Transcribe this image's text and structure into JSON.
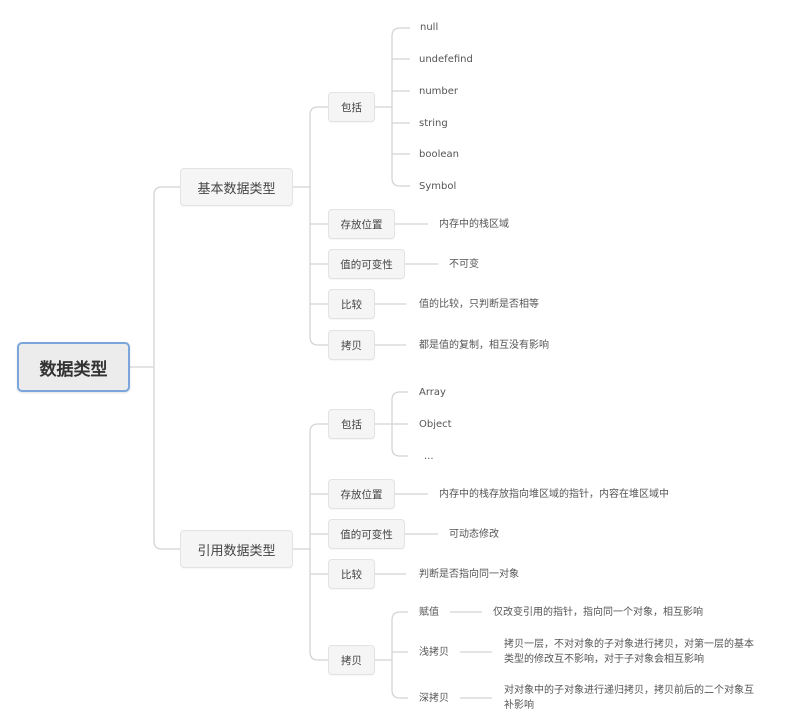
{
  "root": {
    "label": "数据类型"
  },
  "basic": {
    "label": "基本数据类型",
    "include": {
      "label": "包括",
      "items": [
        "null",
        "undefefind",
        "number",
        "string",
        "boolean",
        "Symbol"
      ]
    },
    "storage": {
      "label": "存放位置",
      "value": "内存中的栈区域"
    },
    "mutability": {
      "label": "值的可变性",
      "value": "不可变"
    },
    "compare": {
      "label": "比较",
      "value": "值的比较，只判断是否相等"
    },
    "copy": {
      "label": "拷贝",
      "value": "都是值的复制，相互没有影响"
    }
  },
  "reference": {
    "label": "引用数据类型",
    "include": {
      "label": "包括",
      "items": [
        "Array",
        "Object",
        "..."
      ]
    },
    "storage": {
      "label": "存放位置",
      "value": "内存中的栈存放指向堆区域的指针，内容在堆区域中"
    },
    "mutability": {
      "label": "值的可变性",
      "value": "可动态修改"
    },
    "compare": {
      "label": "比较",
      "value": "判断是否指向同一对象"
    },
    "copy": {
      "label": "拷贝",
      "items": [
        {
          "label": "赋值",
          "value": "仅改变引用的指针，指向同一个对象，相互影响"
        },
        {
          "label": "浅拷贝",
          "value": "拷贝一层，不对对象的子对象进行拷贝，对第一层的基本类型的修改互不影响，对于子对象会相互影响"
        },
        {
          "label": "深拷贝",
          "value": "对对象中的子对象进行递归拷贝，拷贝前后的二个对象互补影响"
        }
      ]
    }
  },
  "colors": {
    "root_border": "#7aa6dc",
    "node_bg": "#f5f5f5",
    "line": "#d6d6d6"
  }
}
